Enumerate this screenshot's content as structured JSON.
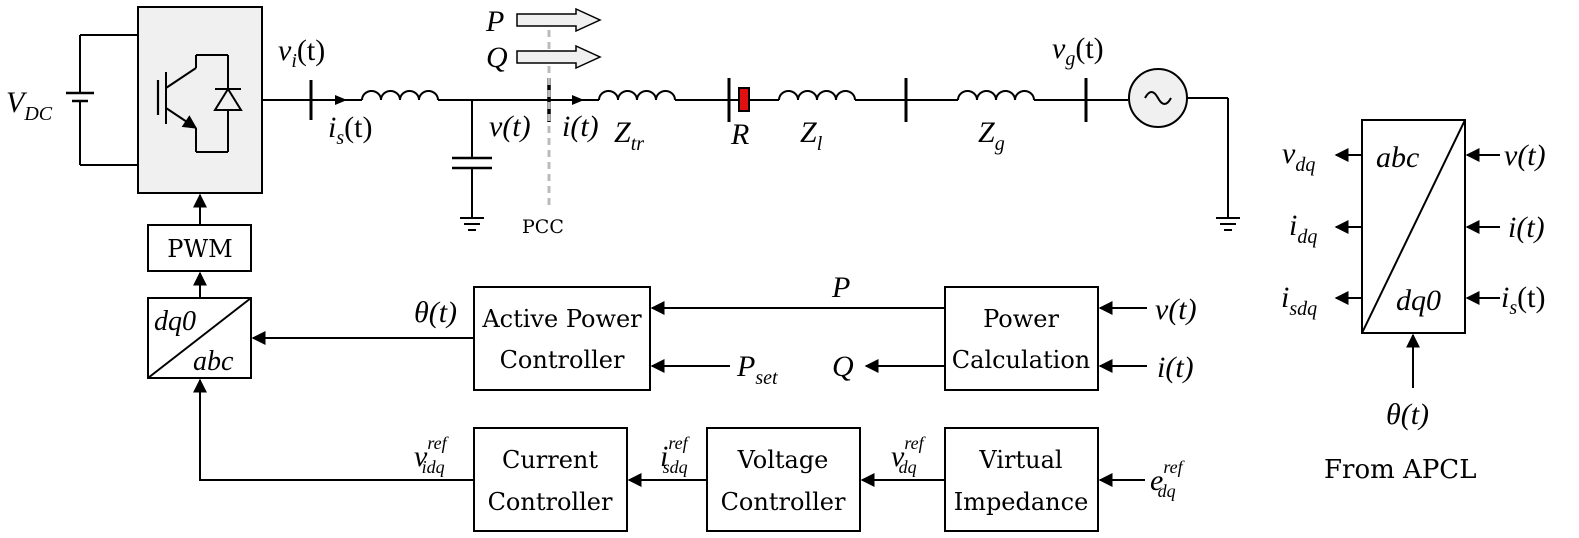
{
  "circuit": {
    "vdc_main": "V",
    "vdc_sub": "DC",
    "vi_main": "v",
    "vi_sub": "i",
    "vi_arg": "(t)",
    "is_main": "i",
    "is_sub": "s",
    "is_arg": "(t)",
    "v": "v(t)",
    "i": "i(t)",
    "p_arrow": "P",
    "q_arrow": "Q",
    "pcc": "PCC",
    "ztr_main": "Z",
    "ztr_sub": "tr",
    "r": "R",
    "zl_main": "Z",
    "zl_sub": "l",
    "zg_main": "Z",
    "zg_sub": "g",
    "vg_main": "v",
    "vg_sub": "g",
    "vg_arg": "(t)"
  },
  "blocks": {
    "pwm": "PWM",
    "dq0abc_top": "dq0",
    "dq0abc_bottom": "abc",
    "apc_line1": "Active Power",
    "apc_line2": "Controller",
    "pc_line1": "Power",
    "pc_line2": "Calculation",
    "cc_line1": "Current",
    "cc_line2": "Controller",
    "vc_line1": "Voltage",
    "vc_line2": "Controller",
    "vi_line1": "Virtual",
    "vi_line2": "Impedance"
  },
  "signals": {
    "theta": "θ(t)",
    "p": "P",
    "q": "Q",
    "pset_main": "P",
    "pset_sub": "set",
    "v_in": "v(t)",
    "i_in": "i(t)",
    "vref_idq_main": "v",
    "vref_idq_sup": "ref",
    "vref_idq_sub": "idq",
    "iref_sdq_main": "i",
    "iref_sdq_sup": "ref",
    "iref_sdq_sub": "sdq",
    "vref_dq_main": "v",
    "vref_dq_sup": "ref",
    "vref_dq_sub": "dq",
    "eref_dq_main": "e",
    "eref_dq_sup": "ref",
    "eref_dq_sub": "dq"
  },
  "transform": {
    "abc": "abc",
    "dq0": "dq0",
    "vdq_main": "v",
    "vdq_sub": "dq",
    "idq_main": "i",
    "idq_sub": "dq",
    "isdq_main": "i",
    "isdq_sub": "sdq",
    "v_in": "v(t)",
    "i_in": "i(t)",
    "is_main": "i",
    "is_sub": "s",
    "is_arg": "(t)",
    "theta": "θ(t)",
    "from": "From APCL"
  }
}
